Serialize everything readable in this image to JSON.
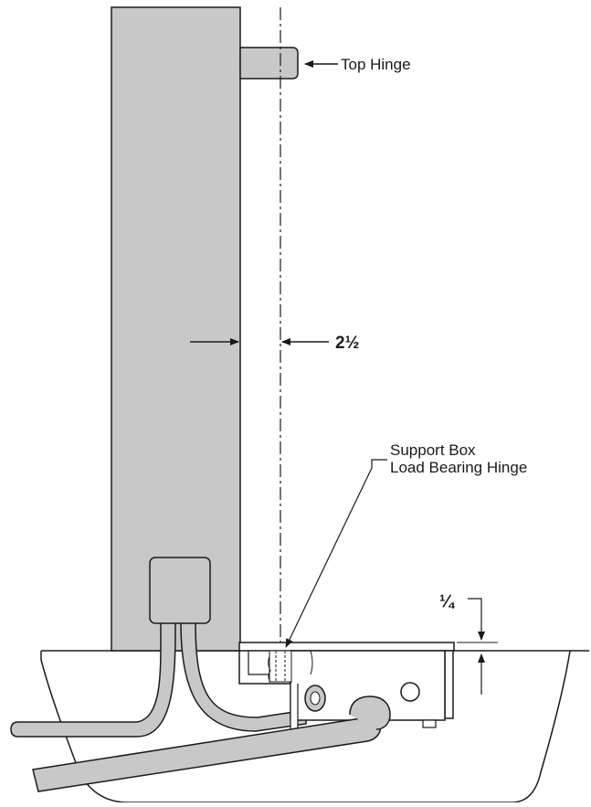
{
  "labels": {
    "top_hinge": "Top Hinge",
    "support_box_line1": "Support Box",
    "support_box_line2": "Load Bearing Hinge"
  },
  "dimensions": {
    "door_offset": "2½",
    "gap": "¼"
  },
  "colors": {
    "door_fill": "#c8c8c8",
    "stroke": "#1a1a1a",
    "background": "#ffffff"
  }
}
